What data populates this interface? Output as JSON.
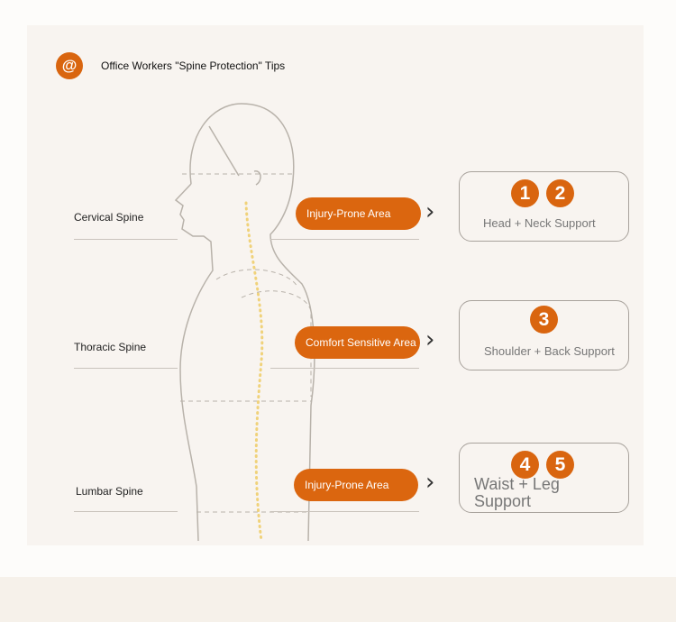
{
  "header": {
    "icon": "at-icon",
    "symbol": "@",
    "title": "Office Workers \"Spine Protection\" Tips"
  },
  "sections": [
    {
      "label": "Cervical Spine",
      "area": "Injury-Prone Area",
      "numbers": [
        "1",
        "2"
      ],
      "support": "Head + Neck Support"
    },
    {
      "label": "Thoracic Spine",
      "area": "Comfort Sensitive Area",
      "numbers": [
        "3"
      ],
      "support": "Shoulder + Back Support"
    },
    {
      "label": "Lumbar Spine",
      "area": "Injury-Prone Area",
      "numbers": [
        "4",
        "5"
      ],
      "support": "Waist + Leg Support"
    }
  ],
  "colors": {
    "accent": "#d9650f",
    "panel": "#f8f4f0"
  }
}
